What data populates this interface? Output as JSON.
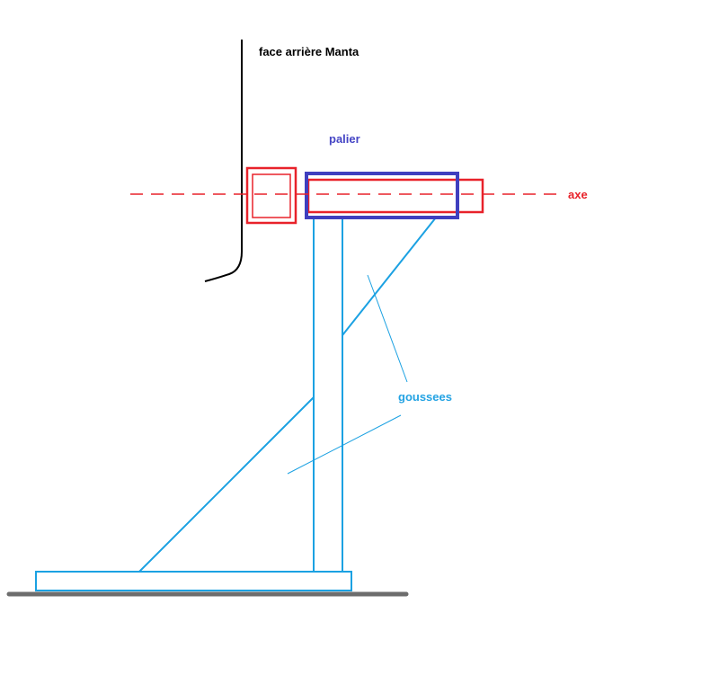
{
  "labels": {
    "face": "face arrière Manta",
    "palier": "palier",
    "axe": "axe",
    "goussees": "goussees"
  },
  "colors": {
    "face_line": "#000000",
    "axe": "#e8222a",
    "palier": "#3f3fbf",
    "structure": "#1ba1e2",
    "ground": "#6d6d6d",
    "label_face": "#000000",
    "label_palier": "#4545c5",
    "label_axe": "#e8222a",
    "label_goussees": "#24a3e3"
  }
}
